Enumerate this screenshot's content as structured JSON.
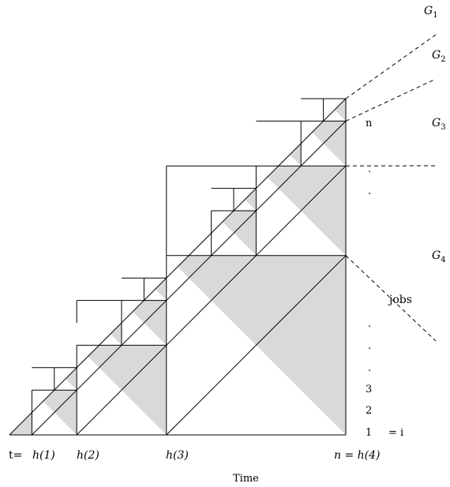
{
  "diagram": {
    "group_labels": [
      "G",
      "G",
      "G",
      "G"
    ],
    "group_subscripts": [
      "1",
      "2",
      "3",
      "4"
    ],
    "job_labels": {
      "n": "n",
      "dot_top_1": ".",
      "dot_top_2": ".",
      "jobs": "jobs",
      "dot_mid_1": ".",
      "dot_mid_2": ".",
      "dot_mid_3": ".",
      "three": "3",
      "two": "2",
      "one": "1",
      "eq_i": "= i"
    },
    "time_labels": {
      "t_eq": "t=",
      "h1": "h(1)",
      "h2": "h(2)",
      "h3": "h(3)",
      "h4": "n = h(4)"
    },
    "axis_label": "Time",
    "colors": {
      "shade": "#d9d9d9",
      "line": "#000000"
    }
  }
}
